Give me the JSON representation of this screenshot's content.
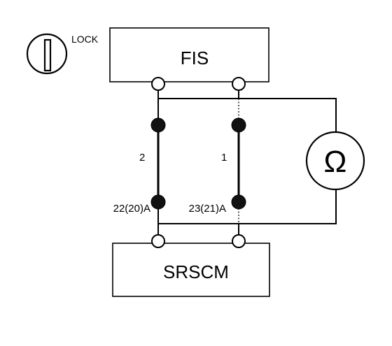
{
  "lock": {
    "label": "LOCK",
    "icon": "ignition-key-lock-icon"
  },
  "fis": {
    "label": "FIS"
  },
  "srscm": {
    "label": "SRSCM"
  },
  "meter": {
    "symbol": "Ω",
    "icon": "ohmmeter-icon"
  },
  "wires": [
    {
      "number": "2",
      "terminal": "22(20)A"
    },
    {
      "number": "1",
      "terminal": "23(21)A"
    }
  ]
}
